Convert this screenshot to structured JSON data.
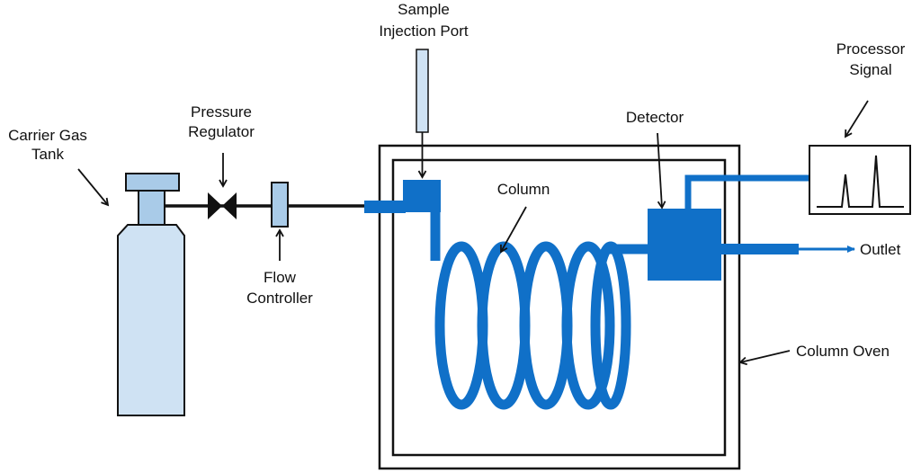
{
  "labels": {
    "carrier_gas_tank": [
      "Carrier Gas",
      "Tank"
    ],
    "pressure_regulator": [
      "Pressure",
      "Regulator"
    ],
    "flow_controller": [
      "Flow",
      "Controller"
    ],
    "sample_injection_port": [
      "Sample",
      "Injection Port"
    ],
    "column": "Column",
    "detector": "Detector",
    "processor_signal": [
      "Processor",
      "Signal"
    ],
    "outlet": "Outlet",
    "column_oven": "Column Oven"
  },
  "colors": {
    "column_blue": "#1070c8",
    "tank_fill": "#cfe2f3",
    "component_fill": "#a9cbe8",
    "outline": "#111111"
  }
}
